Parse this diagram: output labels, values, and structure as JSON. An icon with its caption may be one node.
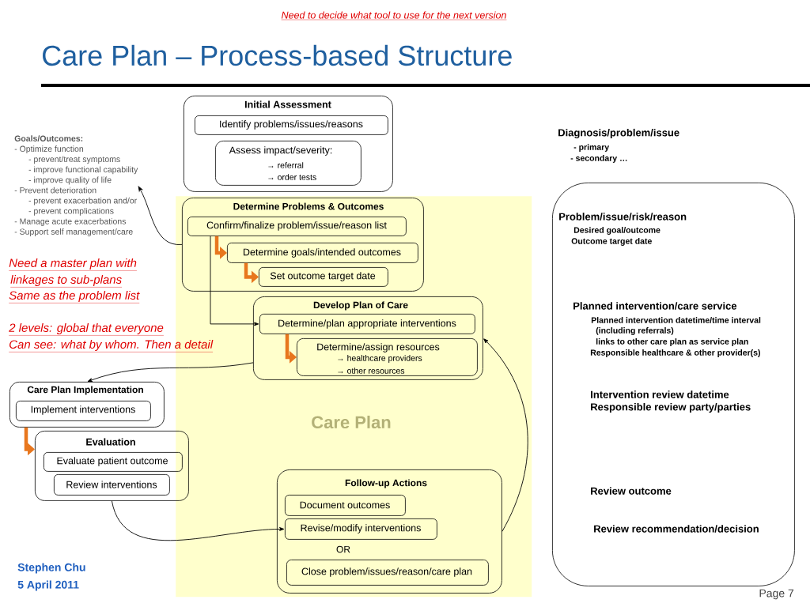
{
  "diagram": {
    "title": "Care Plan – Process-based Structure",
    "nodes": [
      {
        "text": [
          "Initial Assessment"
        ]
      },
      {
        "text": [
          "Identify problems/issues/reasons"
        ],
        "in": 0
      },
      {
        "text": [
          "Assess impact/severity:",
          "→ referral",
          "→ order tests"
        ],
        "in": 0
      },
      {
        "text": [
          "Care Plan"
        ]
      },
      {
        "text": [
          "Determine Problems & Outcomes"
        ],
        "in": 3
      },
      {
        "text": [
          "Confirm/finalize problem/issue/reason list"
        ],
        "in": 4
      },
      {
        "text": [
          "Determine goals/intended outcomes"
        ],
        "in": 4
      },
      {
        "text": [
          "Set outcome target date"
        ],
        "in": 4
      },
      {
        "text": [
          "Develop Plan of Care"
        ],
        "in": 3
      },
      {
        "text": [
          "Determine/plan appropriate interventions"
        ],
        "in": 8
      },
      {
        "text": [
          "Determine/assign resources",
          "→ healthcare providers",
          "→ other resources"
        ],
        "in": 8
      },
      {
        "text": [
          "Care Plan Implementation"
        ]
      },
      {
        "text": [
          "Implement interventions"
        ],
        "in": 11
      },
      {
        "text": [
          "Evaluation"
        ]
      },
      {
        "text": [
          "Evaluate patient outcome"
        ],
        "in": 13
      },
      {
        "text": [
          "Review interventions"
        ],
        "in": 13
      },
      {
        "text": [
          "Follow-up Actions",
          "OR"
        ],
        "in": 3
      },
      {
        "text": [
          "Document outcomes"
        ],
        "in": 16
      },
      {
        "text": [
          "Revise/modify interventions"
        ],
        "in": 16
      },
      {
        "text": [
          "Close problem/issues/reason/care plan"
        ],
        "in": 16
      },
      {
        "text": [
          "Goals/Outcomes:",
          "- Optimize function",
          "- prevent/treat symptoms",
          "- improve functional capability",
          "- improve quality of life",
          "- Prevent deterioration",
          "- prevent exacerbation and/or",
          "- prevent complications",
          "- Manage acute exacerbations",
          "- Support self management/care"
        ]
      },
      {
        "text": [
          "Problem/issue/risk/reason",
          "Desired goal/outcome",
          "Outcome target date",
          "Planned intervention/care service",
          "Planned intervention datetime/time interval",
          "(including referrals)",
          "links to other care plan as service plan",
          "Responsible healthcare & other provider(s)",
          "Intervention review datetime",
          "Responsible review party/parties",
          "Review outcome",
          "Review recommendation/decision"
        ]
      }
    ],
    "edges": [
      {
        "from": 4,
        "to": 20,
        "arrow": "to"
      },
      {
        "from": 5,
        "to": 6,
        "arrow": "to",
        "style": "thick",
        "color": "#e8771e"
      },
      {
        "from": 6,
        "to": 7,
        "arrow": "to",
        "style": "thick",
        "color": "#e8771e"
      },
      {
        "from": 5,
        "to": 9,
        "arrow": "to"
      },
      {
        "from": 9,
        "to": 10,
        "arrow": "to",
        "style": "thick",
        "color": "#e8771e"
      },
      {
        "from": 8,
        "to": 11,
        "arrow": "to"
      },
      {
        "from": 11,
        "to": 13,
        "arrow": "to",
        "style": "thick",
        "color": "#e8771e"
      },
      {
        "from": 13,
        "to": 18,
        "arrow": "to"
      },
      {
        "from": 16,
        "to": 8,
        "arrow": "to"
      }
    ],
    "labels": [
      "Need to decide what tool to use for the next version",
      "Diagnosis/problem/issue",
      "- primary",
      "- secondary …",
      "Need a master plan with",
      "linkages to sub-plans",
      "Same as the problem list",
      "2 levels: global that everyone",
      "Can see: what by whom. Then a detail",
      "Stephen Chu",
      "5 April 2011",
      "Page 7"
    ]
  }
}
